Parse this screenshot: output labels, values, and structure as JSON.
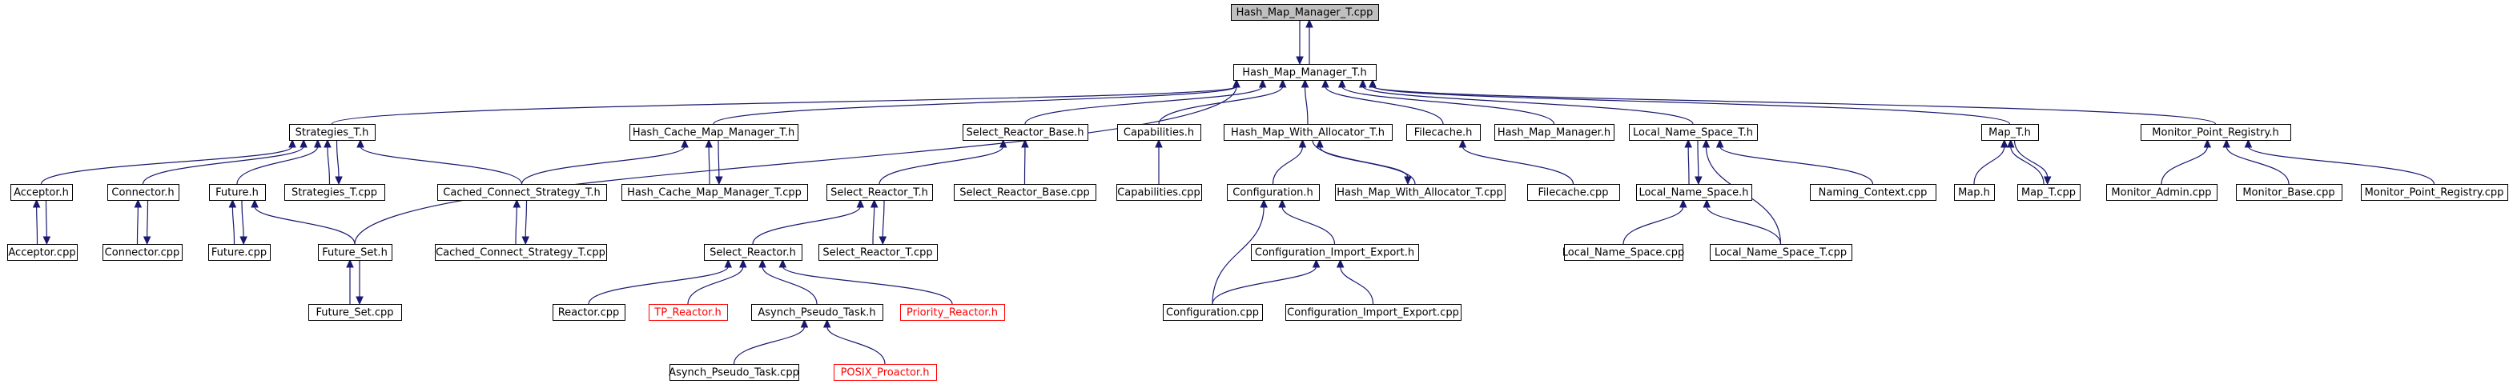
{
  "graph": {
    "colors": {
      "background": "#ffffff",
      "edge": "#191970",
      "node_border": "#000000",
      "root_fill": "#c0c0c0",
      "truncated_node": "#ff0000"
    },
    "nodes": [
      {
        "id": "root_cpp",
        "label": "Hash_Map_Manager_T.cpp",
        "style": "root"
      },
      {
        "id": "root_h",
        "label": "Hash_Map_Manager_T.h"
      },
      {
        "id": "strategies_h",
        "label": "Strategies_T.h"
      },
      {
        "id": "hcmm_h",
        "label": "Hash_Cache_Map_Manager_T.h"
      },
      {
        "id": "srb_h",
        "label": "Select_Reactor_Base.h"
      },
      {
        "id": "cap_h",
        "label": "Capabilities.h"
      },
      {
        "id": "hmwa_h",
        "label": "Hash_Map_With_Allocator_T.h"
      },
      {
        "id": "filecache_h",
        "label": "Filecache.h"
      },
      {
        "id": "hmm_h",
        "label": "Hash_Map_Manager.h"
      },
      {
        "id": "lns_th",
        "label": "Local_Name_Space_T.h"
      },
      {
        "id": "map_th",
        "label": "Map_T.h"
      },
      {
        "id": "mpr_h",
        "label": "Monitor_Point_Registry.h"
      },
      {
        "id": "acceptor_h",
        "label": "Acceptor.h"
      },
      {
        "id": "connector_h",
        "label": "Connector.h"
      },
      {
        "id": "future_h",
        "label": "Future.h"
      },
      {
        "id": "strategies_cpp",
        "label": "Strategies_T.cpp"
      },
      {
        "id": "ccs_h",
        "label": "Cached_Connect_Strategy_T.h"
      },
      {
        "id": "hcmm_cpp",
        "label": "Hash_Cache_Map_Manager_T.cpp"
      },
      {
        "id": "sr_th",
        "label": "Select_Reactor_T.h"
      },
      {
        "id": "srb_cpp",
        "label": "Select_Reactor_Base.cpp"
      },
      {
        "id": "cap_cpp",
        "label": "Capabilities.cpp"
      },
      {
        "id": "config_h",
        "label": "Configuration.h"
      },
      {
        "id": "hmwa_cpp",
        "label": "Hash_Map_With_Allocator_T.cpp"
      },
      {
        "id": "filecache_cpp",
        "label": "Filecache.cpp"
      },
      {
        "id": "lns_h",
        "label": "Local_Name_Space.h"
      },
      {
        "id": "naming_cpp",
        "label": "Naming_Context.cpp"
      },
      {
        "id": "map_h",
        "label": "Map.h"
      },
      {
        "id": "map_tcpp",
        "label": "Map_T.cpp"
      },
      {
        "id": "monadmin_cpp",
        "label": "Monitor_Admin.cpp"
      },
      {
        "id": "monbase_cpp",
        "label": "Monitor_Base.cpp"
      },
      {
        "id": "mpr_cpp",
        "label": "Monitor_Point_Registry.cpp"
      },
      {
        "id": "acceptor_cpp",
        "label": "Acceptor.cpp"
      },
      {
        "id": "connector_cpp",
        "label": "Connector.cpp"
      },
      {
        "id": "future_cpp",
        "label": "Future.cpp"
      },
      {
        "id": "futureset_h",
        "label": "Future_Set.h"
      },
      {
        "id": "ccs_cpp",
        "label": "Cached_Connect_Strategy_T.cpp"
      },
      {
        "id": "sr_h",
        "label": "Select_Reactor.h"
      },
      {
        "id": "sr_tcpp",
        "label": "Select_Reactor_T.cpp"
      },
      {
        "id": "cie_h",
        "label": "Configuration_Import_Export.h"
      },
      {
        "id": "lns_cpp",
        "label": "Local_Name_Space.cpp"
      },
      {
        "id": "lns_tcpp",
        "label": "Local_Name_Space_T.cpp"
      },
      {
        "id": "futureset_cpp",
        "label": "Future_Set.cpp"
      },
      {
        "id": "reactor_cpp",
        "label": "Reactor.cpp"
      },
      {
        "id": "tpreactor_h",
        "label": "TP_Reactor.h",
        "style": "red"
      },
      {
        "id": "apt_h",
        "label": "Asynch_Pseudo_Task.h"
      },
      {
        "id": "prireactor_h",
        "label": "Priority_Reactor.h",
        "style": "red"
      },
      {
        "id": "config_cpp",
        "label": "Configuration.cpp"
      },
      {
        "id": "cie_cpp",
        "label": "Configuration_Import_Export.cpp"
      },
      {
        "id": "apt_cpp",
        "label": "Asynch_Pseudo_Task.cpp"
      },
      {
        "id": "posix_h",
        "label": "POSIX_Proactor.h",
        "style": "red"
      }
    ],
    "edges": [
      [
        "root_h",
        "root_cpp"
      ],
      [
        "root_cpp",
        "root_h"
      ],
      [
        "strategies_h",
        "root_h"
      ],
      [
        "hcmm_h",
        "root_h"
      ],
      [
        "srb_h",
        "root_h"
      ],
      [
        "cap_h",
        "root_h"
      ],
      [
        "hmwa_h",
        "root_h"
      ],
      [
        "filecache_h",
        "root_h"
      ],
      [
        "hmm_h",
        "root_h"
      ],
      [
        "lns_th",
        "root_h"
      ],
      [
        "map_th",
        "root_h"
      ],
      [
        "mpr_h",
        "root_h"
      ],
      [
        "futureset_h",
        "root_h"
      ],
      [
        "acceptor_h",
        "strategies_h"
      ],
      [
        "connector_h",
        "strategies_h"
      ],
      [
        "future_h",
        "strategies_h"
      ],
      [
        "strategies_cpp",
        "strategies_h"
      ],
      [
        "strategies_h",
        "strategies_cpp"
      ],
      [
        "ccs_h",
        "strategies_h"
      ],
      [
        "acceptor_cpp",
        "acceptor_h"
      ],
      [
        "acceptor_h",
        "acceptor_cpp"
      ],
      [
        "connector_cpp",
        "connector_h"
      ],
      [
        "connector_h",
        "connector_cpp"
      ],
      [
        "future_cpp",
        "future_h"
      ],
      [
        "future_h",
        "future_cpp"
      ],
      [
        "futureset_h",
        "future_h"
      ],
      [
        "futureset_cpp",
        "futureset_h"
      ],
      [
        "futureset_h",
        "futureset_cpp"
      ],
      [
        "ccs_h",
        "hcmm_h"
      ],
      [
        "hcmm_cpp",
        "hcmm_h"
      ],
      [
        "hcmm_h",
        "hcmm_cpp"
      ],
      [
        "ccs_cpp",
        "ccs_h"
      ],
      [
        "ccs_h",
        "ccs_cpp"
      ],
      [
        "sr_th",
        "srb_h"
      ],
      [
        "srb_cpp",
        "srb_h"
      ],
      [
        "sr_h",
        "sr_th"
      ],
      [
        "sr_tcpp",
        "sr_th"
      ],
      [
        "sr_th",
        "sr_tcpp"
      ],
      [
        "reactor_cpp",
        "sr_h"
      ],
      [
        "tpreactor_h",
        "sr_h"
      ],
      [
        "apt_h",
        "sr_h"
      ],
      [
        "prireactor_h",
        "sr_h"
      ],
      [
        "apt_cpp",
        "apt_h"
      ],
      [
        "posix_h",
        "apt_h"
      ],
      [
        "cap_cpp",
        "cap_h"
      ],
      [
        "config_h",
        "hmwa_h"
      ],
      [
        "hmwa_cpp",
        "hmwa_h"
      ],
      [
        "hmwa_h",
        "hmwa_cpp"
      ],
      [
        "cie_h",
        "config_h"
      ],
      [
        "config_cpp",
        "config_h"
      ],
      [
        "config_cpp",
        "cie_h"
      ],
      [
        "cie_cpp",
        "cie_h"
      ],
      [
        "filecache_cpp",
        "filecache_h"
      ],
      [
        "lns_h",
        "lns_th"
      ],
      [
        "lns_th",
        "lns_h"
      ],
      [
        "naming_cpp",
        "lns_th"
      ],
      [
        "lns_tcpp",
        "lns_th"
      ],
      [
        "lns_cpp",
        "lns_h"
      ],
      [
        "lns_tcpp",
        "lns_h"
      ],
      [
        "map_h",
        "map_th"
      ],
      [
        "map_tcpp",
        "map_th"
      ],
      [
        "map_th",
        "map_tcpp"
      ],
      [
        "monadmin_cpp",
        "mpr_h"
      ],
      [
        "monbase_cpp",
        "mpr_h"
      ],
      [
        "mpr_cpp",
        "mpr_h"
      ]
    ]
  }
}
